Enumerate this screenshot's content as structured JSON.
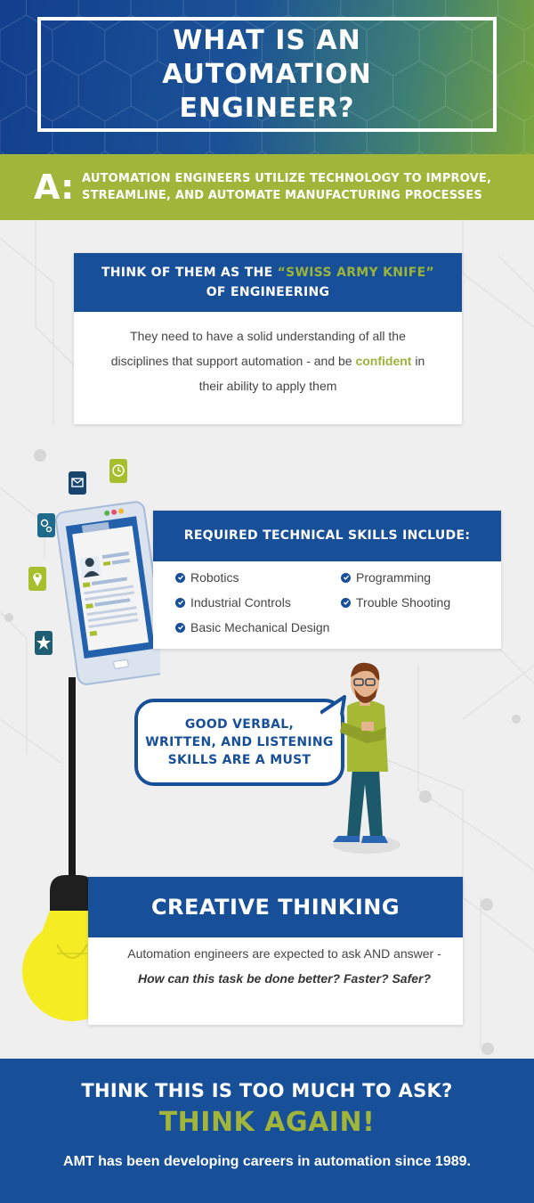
{
  "header": {
    "title": "WHAT IS AN AUTOMATION ENGINEER?",
    "answer_letter": "A:",
    "answer_text": "AUTOMATION ENGINEERS UTILIZE TECHNOLOGY TO IMPROVE, STREAMLINE, AND AUTOMATE MANUFACTURING PROCESSES"
  },
  "swiss_card": {
    "head_pre": "THINK OF THEM AS THE ",
    "head_highlight": "“SWISS ARMY KNIFE”",
    "head_post": "OF ENGINEERING",
    "body_pre": "They need to have a solid understanding of all the disciplines that support automation - and be ",
    "body_highlight": "confident",
    "body_post": " in their ability to apply them"
  },
  "skills_card": {
    "title": "REQUIRED TECHNICAL SKILLS INCLUDE:",
    "items": [
      "Robotics",
      "Programming",
      "Industrial Controls",
      "Trouble Shooting",
      "Basic Mechanical Design"
    ]
  },
  "bubble": {
    "line1": "GOOD VERBAL,",
    "line2": "WRITTEN, AND LISTENING",
    "line3": "SKILLS ARE A MUST"
  },
  "creative_card": {
    "title": "CREATIVE THINKING",
    "body_pre": "Automation engineers are expected to ask AND answer - ",
    "body_emphasis": "How can this task be done better? Faster? Safer?"
  },
  "footer": {
    "question": "THINK THIS IS TOO MUCH TO ASK?",
    "answer": "THINK AGAIN!",
    "tagline": "AMT has been developing careers in automation since 1989."
  },
  "colors": {
    "brand_blue": "#174f98",
    "accent_green": "#a1b53a",
    "background": "#efefef"
  },
  "icons": [
    "mail-icon",
    "clock-icon",
    "gears-icon",
    "location-pin-icon",
    "star-icon",
    "check-icon",
    "lightbulb-icon"
  ]
}
